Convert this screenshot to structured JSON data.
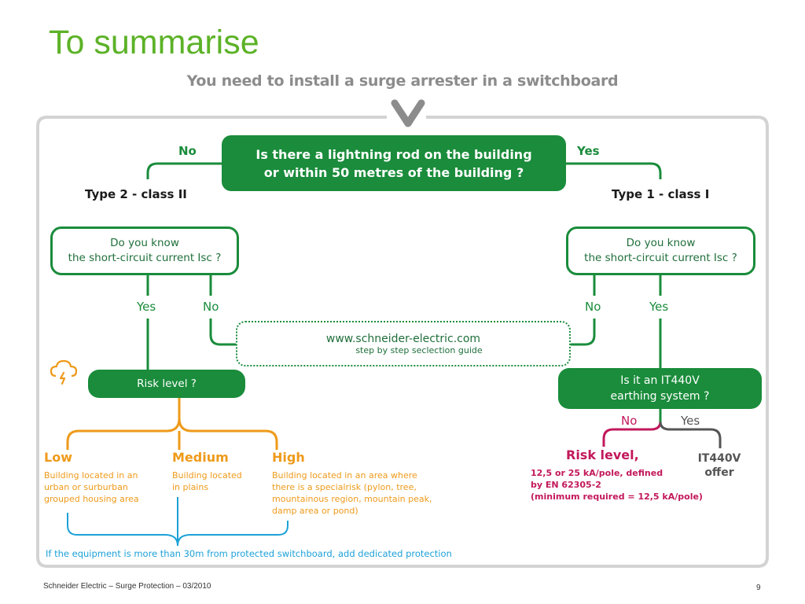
{
  "slide": {
    "title": "To summarise",
    "subtitle": "You need to install a surge arrester in a switchboard"
  },
  "flow": {
    "top_question": [
      "Is there a lightning rod on the building",
      "or within 50 metres of the building ?"
    ],
    "top_no": "No",
    "top_yes": "Yes",
    "left_type": "Type 2 - class II",
    "right_type": "Type 1 - class I",
    "left_question": [
      "Do you know",
      "the short-circuit current Isc ?"
    ],
    "right_question": [
      "Do you know",
      "the short-circuit current Isc ?"
    ],
    "left_yes": "Yes",
    "left_no": "No",
    "right_no": "No",
    "right_yes": "Yes",
    "website": "www.schneider-electric.com",
    "website_sub": "step by step seclection guide",
    "risk_level_q": "Risk level ?",
    "it_question": [
      "Is it an IT440V",
      "earthing system ?"
    ],
    "it_no": "No",
    "it_yes": "Yes",
    "low_title": "Low",
    "low_desc": [
      "Building located in an",
      "urban or surburban",
      "grouped housing area"
    ],
    "medium_title": "Medium",
    "medium_desc": [
      "Building located",
      "in plains"
    ],
    "high_title": "High",
    "high_desc": [
      "Building located in an area where",
      "there is a specialrisk (pylon, tree,",
      "mountainous region, mountain peak,",
      "damp area or pond)"
    ],
    "risk_title": "Risk level,",
    "risk_desc": [
      "12,5 or 25 kA/pole, defined",
      "by EN 62305-2",
      "(minimum required = 12,5 kA/pole)"
    ],
    "it440_offer": [
      "IT440V",
      "offer"
    ],
    "bottom_note": "If the equipment is more than 30m from protected switchboard, add dedicated protection",
    "storm_icon": "storm-cloud-icon",
    "chevron_icon": "chevron-down-icon"
  },
  "footer": {
    "left": "Schneider Electric – Surge Protection – 03/2010",
    "page": "9"
  },
  "colors": {
    "title_green": "#5cb227",
    "flow_green": "#1a8c3b",
    "orange": "#ee9a1a",
    "crimson": "#c2185b",
    "blue": "#1da1d8",
    "grey": "#8c8c8c"
  }
}
